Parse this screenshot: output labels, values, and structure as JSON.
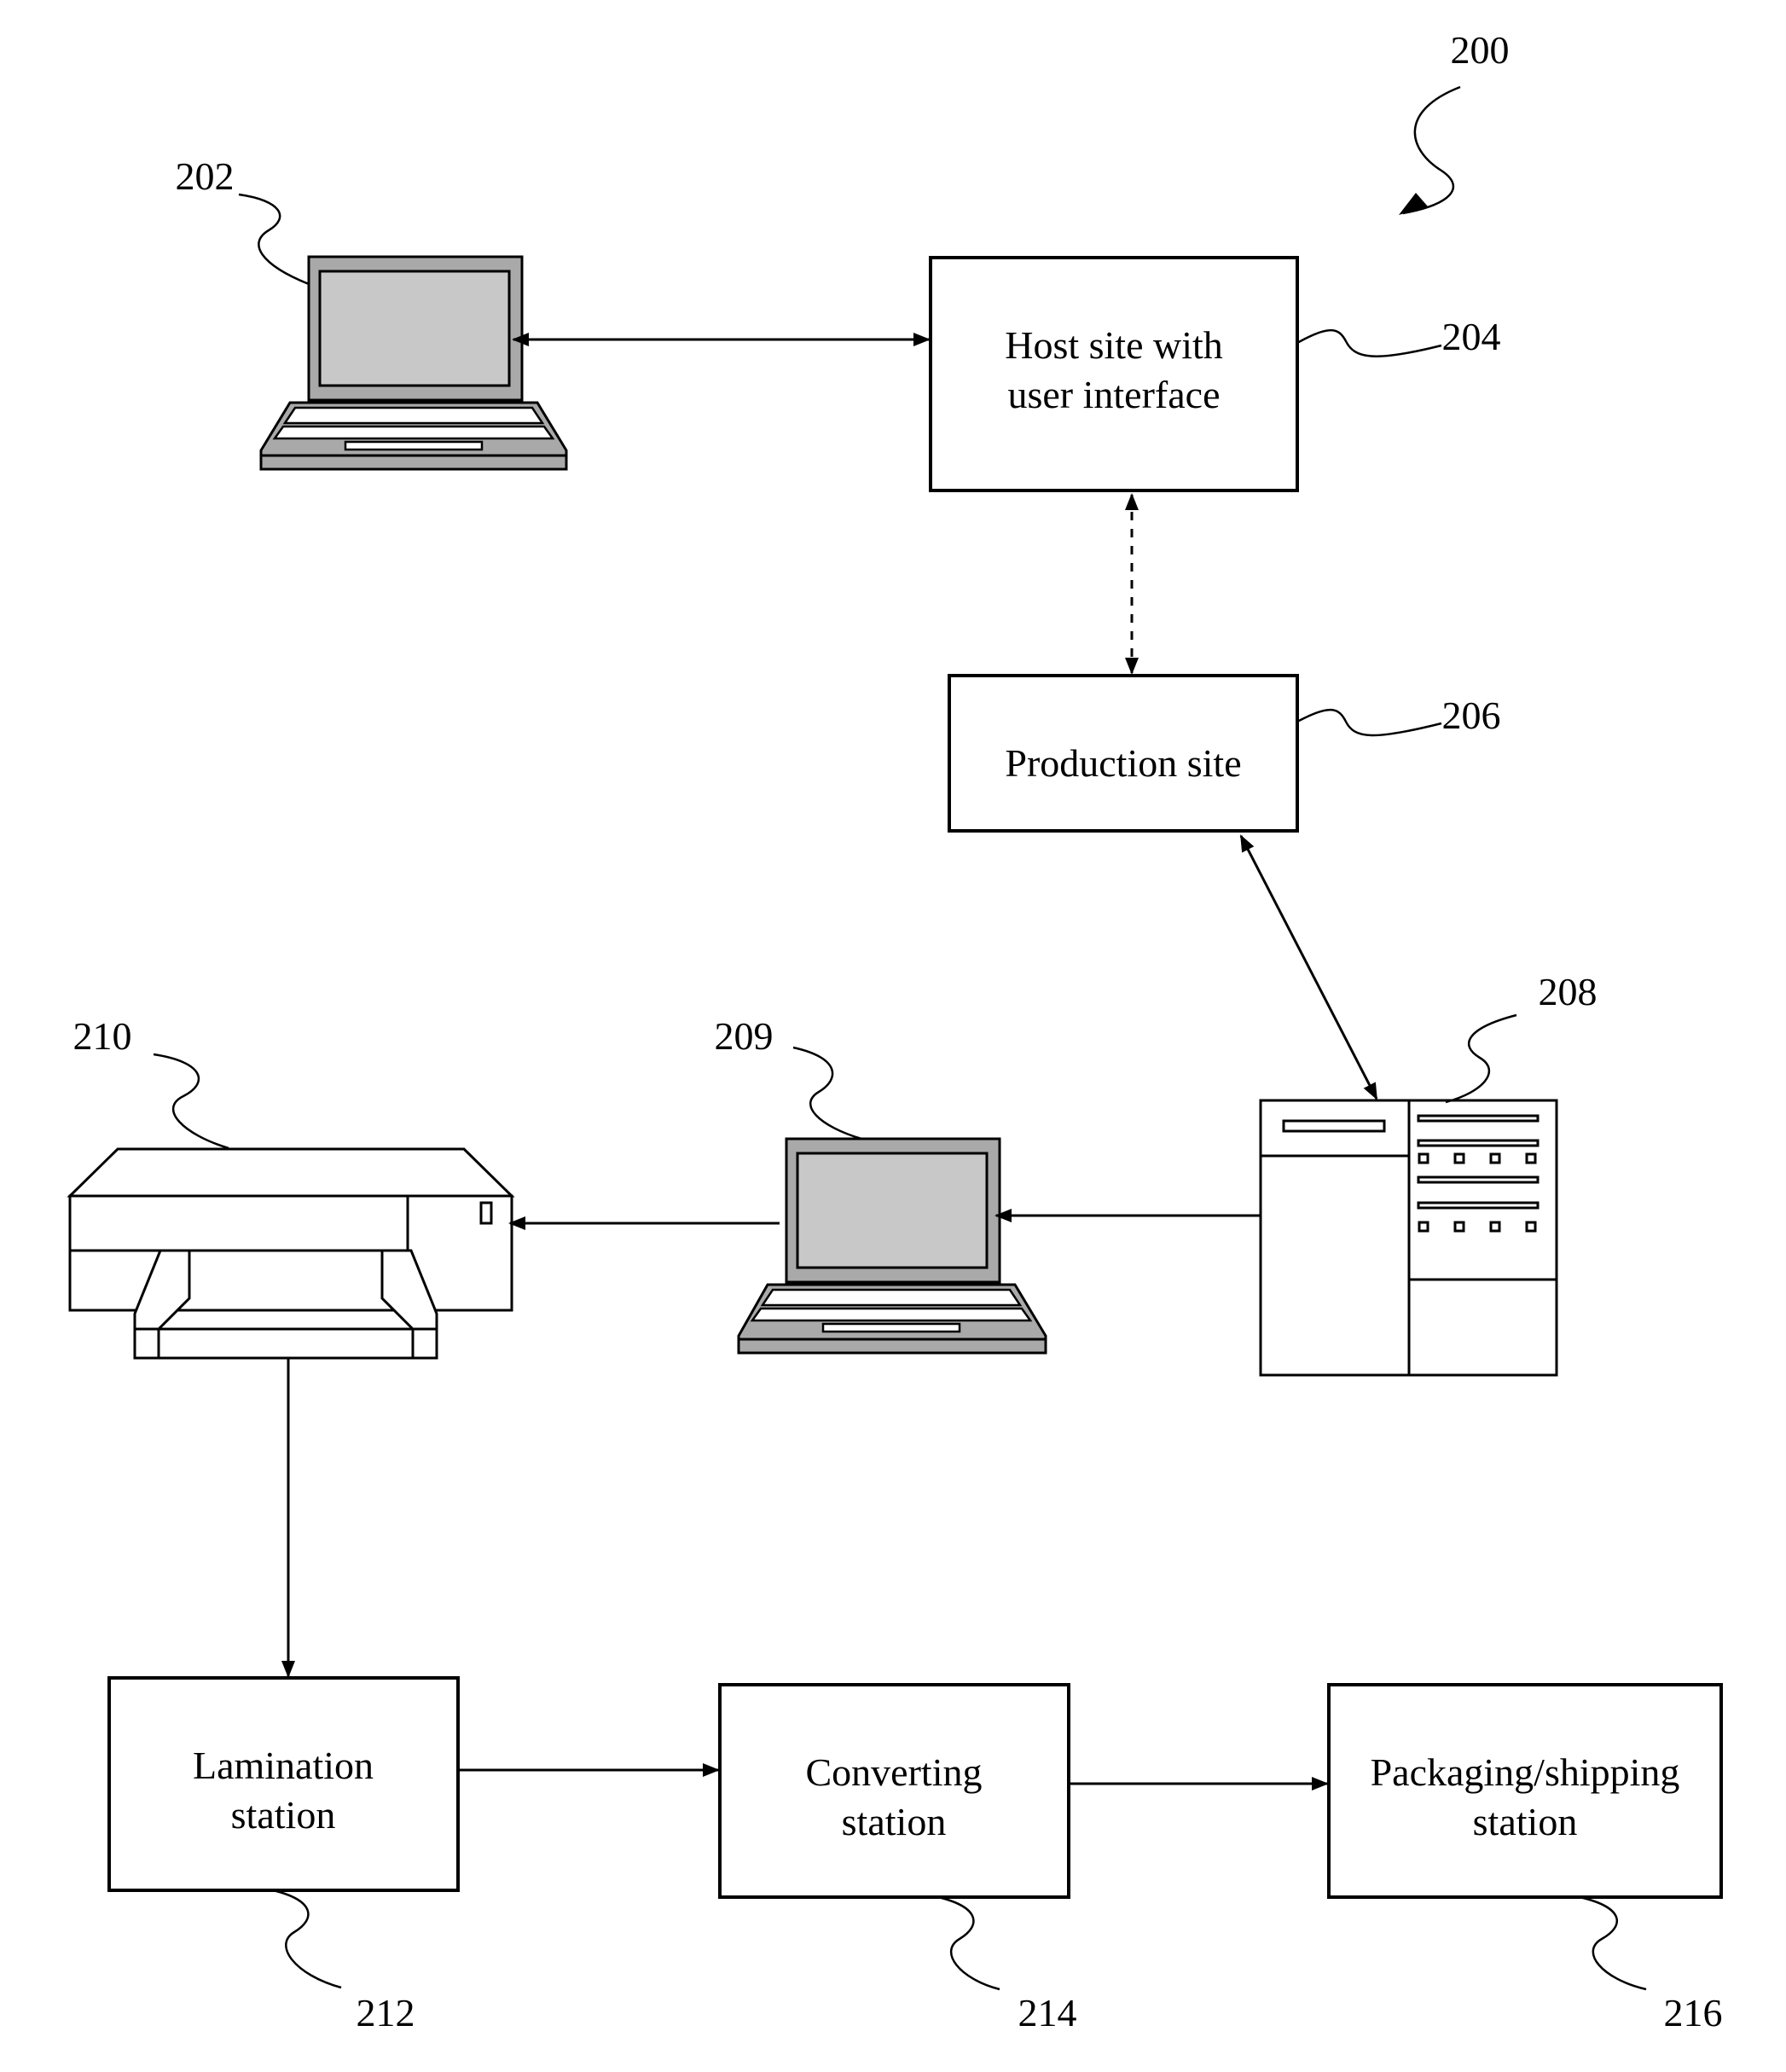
{
  "figure_ref": "200",
  "nodes": {
    "client_laptop": {
      "ref": "202"
    },
    "host_site": {
      "ref": "204",
      "lines": [
        "Host site with",
        "user interface"
      ]
    },
    "production_site": {
      "ref": "206",
      "lines": [
        "Production site"
      ]
    },
    "server": {
      "ref": "208"
    },
    "workstation_laptop": {
      "ref": "209"
    },
    "printer": {
      "ref": "210"
    },
    "lamination": {
      "ref": "212",
      "lines": [
        "Lamination",
        "station"
      ]
    },
    "converting": {
      "ref": "214",
      "lines": [
        "Converting",
        "station"
      ]
    },
    "packaging": {
      "ref": "216",
      "lines": [
        "Packaging/shipping",
        "station"
      ]
    }
  },
  "connections": [
    {
      "from": "client_laptop",
      "to": "host_site",
      "style": "solid",
      "direction": "bidirectional"
    },
    {
      "from": "host_site",
      "to": "production_site",
      "style": "dashed",
      "direction": "bidirectional"
    },
    {
      "from": "production_site",
      "to": "server",
      "style": "solid",
      "direction": "bidirectional"
    },
    {
      "from": "server",
      "to": "workstation_laptop",
      "style": "solid",
      "direction": "forward"
    },
    {
      "from": "workstation_laptop",
      "to": "printer",
      "style": "solid",
      "direction": "forward"
    },
    {
      "from": "printer",
      "to": "lamination",
      "style": "solid",
      "direction": "forward"
    },
    {
      "from": "lamination",
      "to": "converting",
      "style": "solid",
      "direction": "forward"
    },
    {
      "from": "converting",
      "to": "packaging",
      "style": "solid",
      "direction": "forward"
    }
  ]
}
